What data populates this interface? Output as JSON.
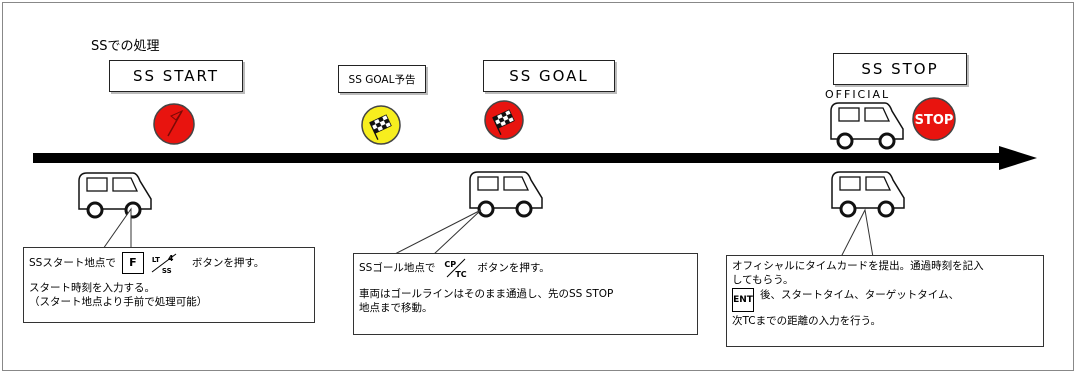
{
  "title": "SSでの処理",
  "labels": {
    "start": "SS START",
    "goal_notice": "SS GOAL予告",
    "goal": "SS GOAL",
    "stop": "SS STOP",
    "official": "OFFICIAL",
    "stop_sign": "STOP"
  },
  "notes": {
    "start": {
      "line1_a": "SSスタート地点で",
      "line1_b": "ボタンを押す。",
      "line2": "スタート時刻を入力する。",
      "line3": "（スタート地点より手前で処理可能）"
    },
    "goal": {
      "line1_a": "SSゴール地点で",
      "line1_b": "ボタンを押す。",
      "line2": "車両はゴールラインはそのまま通過し、先のSS STOP",
      "line3": "地点まで移動。"
    },
    "stop": {
      "line1": "オフィシャルにタイムカードを提出。通過時刻を記入",
      "line2": "してもらう。",
      "line3": "後、スタートタイム、ターゲットタイム、",
      "line4": "次TCまでの距離の入力を行う。"
    }
  },
  "keys": {
    "f": "F",
    "lt": "LT",
    "lt_num": "4",
    "ss": "SS",
    "cp": "CP",
    "tc": "TC",
    "ent": "ENT"
  },
  "colors": {
    "red": "#e8140f",
    "yellow": "#f7ee1e",
    "arrow": "#000000"
  }
}
